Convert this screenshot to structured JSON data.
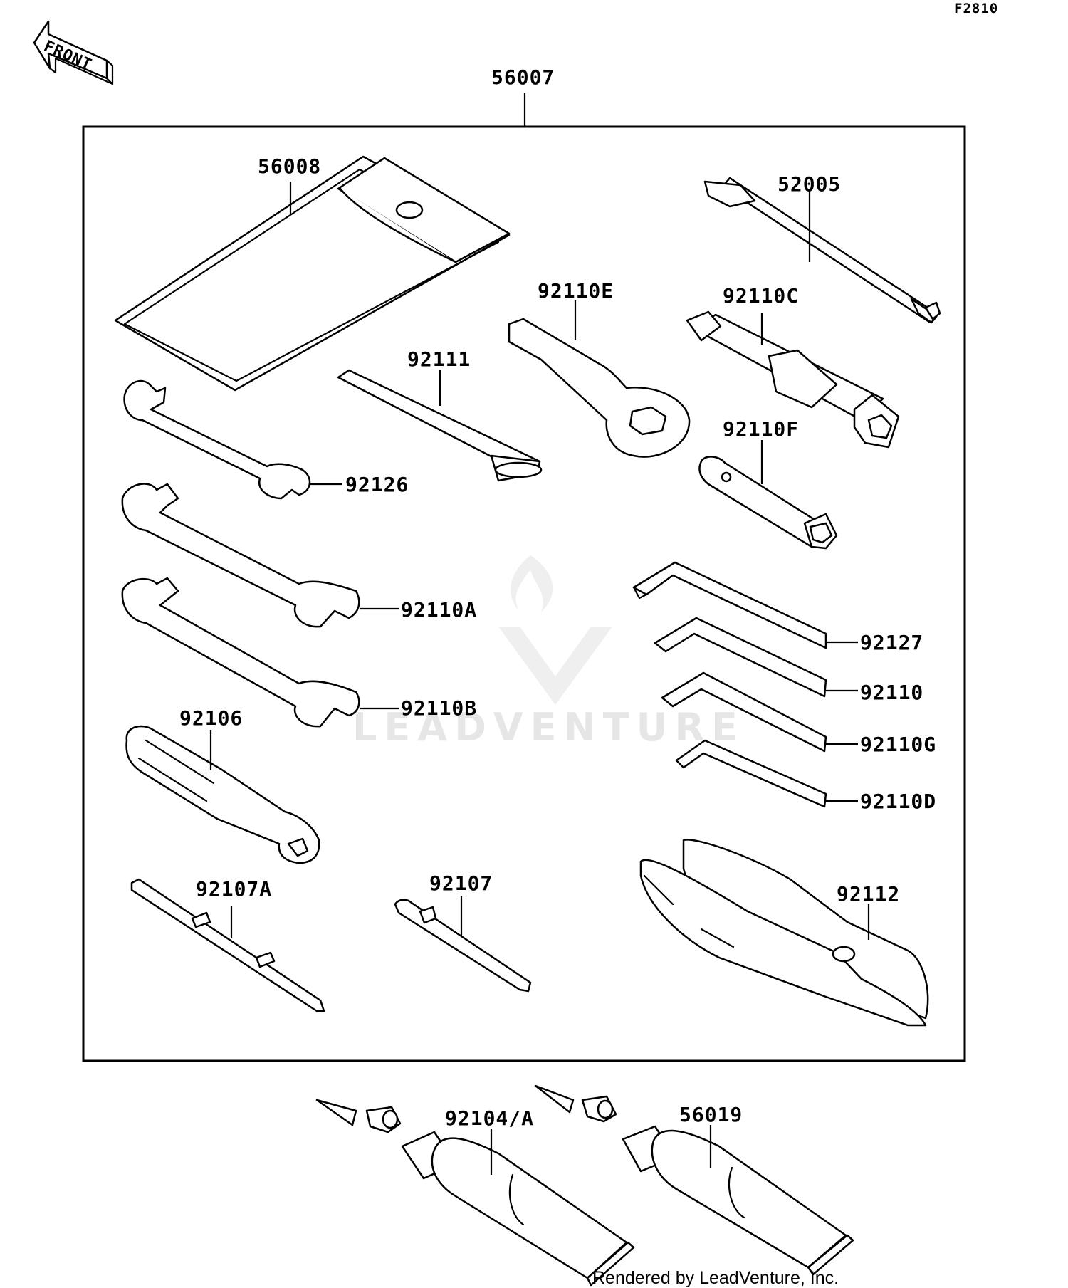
{
  "figure_code": "F2810",
  "front_label": "FRONT",
  "watermark": "LEADVENTURE",
  "credit": "Rendered by LeadVenture, Inc.",
  "callouts": {
    "kit": "56007",
    "pouch": "56008",
    "tool_52005": "52005",
    "ring_wrench_e": "92110E",
    "box_wrench_c": "92110C",
    "bar_92111": "92111",
    "wrench_92126": "92126",
    "box_wrench_f": "92110F",
    "wrench_a": "92110A",
    "wrench_b": "92110B",
    "hex_92127": "92127",
    "hex_92110": "92110",
    "hex_g": "92110G",
    "hex_d": "92110D",
    "handle_92106": "92106",
    "pliers_92112": "92112",
    "driver_92107a": "92107A",
    "driver_92107": "92107",
    "tube_92104": "92104/A",
    "tube_56019": "56019"
  }
}
